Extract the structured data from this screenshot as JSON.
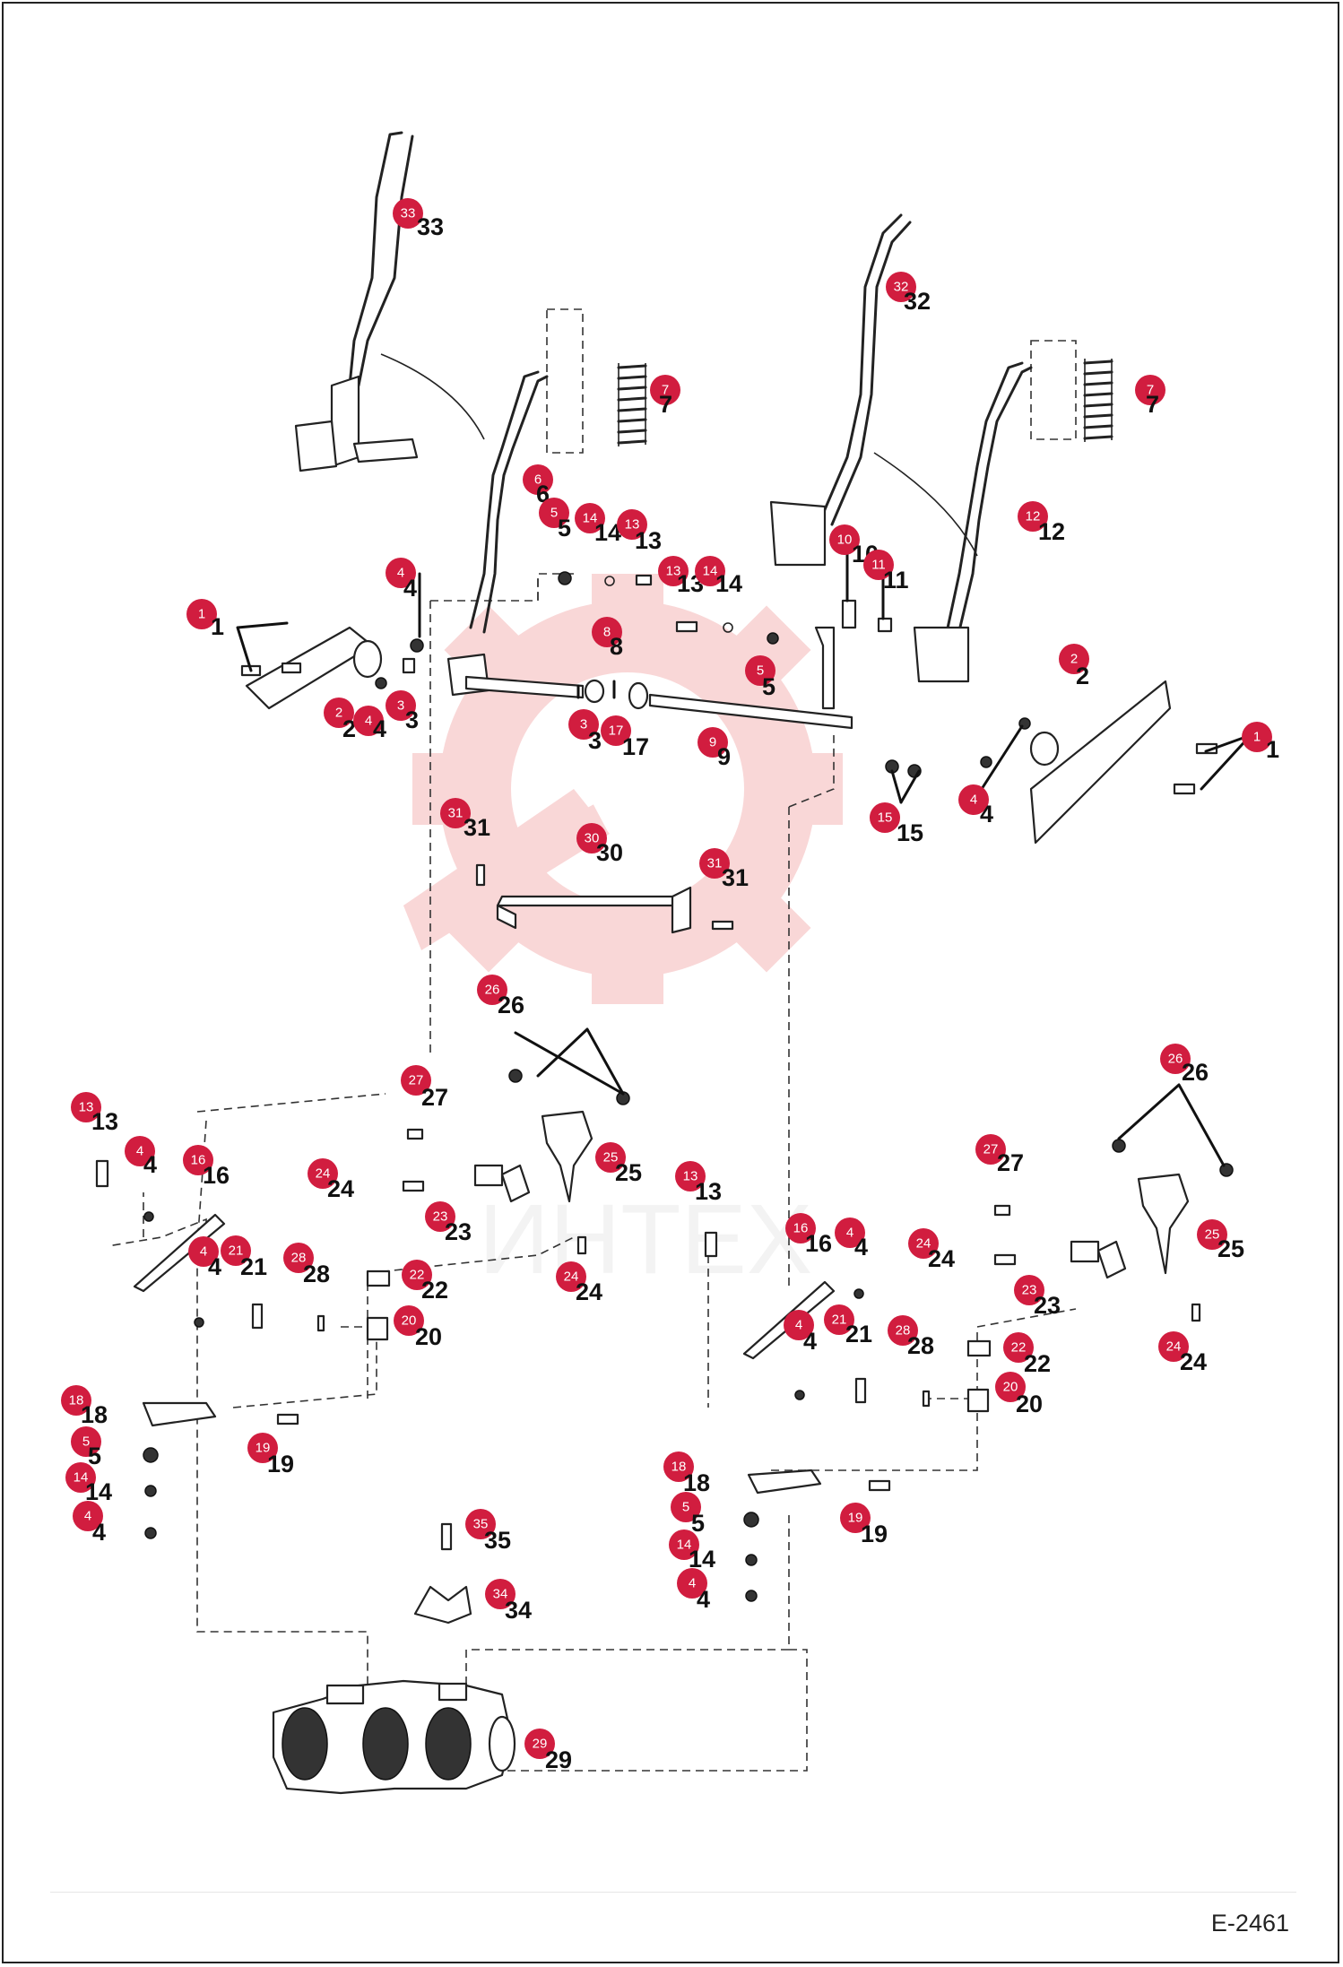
{
  "drawing": {
    "code": "E-2461",
    "watermark_text": "ИНТЕХ",
    "badge_color": "#d11d3f",
    "watermark_color": "#f4b7b7"
  },
  "callouts": [
    {
      "id": "c33",
      "num": "33"
    },
    {
      "id": "c32",
      "num": "32"
    },
    {
      "id": "c7a",
      "num": "7"
    },
    {
      "id": "c7b",
      "num": "7"
    },
    {
      "id": "c6",
      "num": "6"
    },
    {
      "id": "c5a",
      "num": "5"
    },
    {
      "id": "c14a",
      "num": "14"
    },
    {
      "id": "c13a",
      "num": "13"
    },
    {
      "id": "c13b",
      "num": "13"
    },
    {
      "id": "c14b",
      "num": "14"
    },
    {
      "id": "c10",
      "num": "10"
    },
    {
      "id": "c11",
      "num": "11"
    },
    {
      "id": "c12",
      "num": "12"
    },
    {
      "id": "c4a",
      "num": "4"
    },
    {
      "id": "c1a",
      "num": "1"
    },
    {
      "id": "c8",
      "num": "8"
    },
    {
      "id": "c5b",
      "num": "5"
    },
    {
      "id": "c2a",
      "num": "2"
    },
    {
      "id": "c4b",
      "num": "4"
    },
    {
      "id": "c3a",
      "num": "3"
    },
    {
      "id": "c3b",
      "num": "3"
    },
    {
      "id": "c17",
      "num": "17"
    },
    {
      "id": "c9",
      "num": "9"
    },
    {
      "id": "c2b",
      "num": "2"
    },
    {
      "id": "c1b",
      "num": "1"
    },
    {
      "id": "c4c",
      "num": "4"
    },
    {
      "id": "c15",
      "num": "15"
    },
    {
      "id": "c31a",
      "num": "31"
    },
    {
      "id": "c30",
      "num": "30"
    },
    {
      "id": "c31b",
      "num": "31"
    },
    {
      "id": "c26a",
      "num": "26"
    },
    {
      "id": "c26b",
      "num": "26"
    },
    {
      "id": "c27a",
      "num": "27"
    },
    {
      "id": "c13c",
      "num": "13"
    },
    {
      "id": "c4d",
      "num": "4"
    },
    {
      "id": "c16a",
      "num": "16"
    },
    {
      "id": "c24a",
      "num": "24"
    },
    {
      "id": "c25a",
      "num": "25"
    },
    {
      "id": "c23a",
      "num": "23"
    },
    {
      "id": "c4e",
      "num": "4"
    },
    {
      "id": "c21a",
      "num": "21"
    },
    {
      "id": "c28a",
      "num": "28"
    },
    {
      "id": "c22a",
      "num": "22"
    },
    {
      "id": "c24b",
      "num": "24"
    },
    {
      "id": "c20a",
      "num": "20"
    },
    {
      "id": "c18a",
      "num": "18"
    },
    {
      "id": "c5c",
      "num": "5"
    },
    {
      "id": "c14c",
      "num": "14"
    },
    {
      "id": "c4f",
      "num": "4"
    },
    {
      "id": "c19a",
      "num": "19"
    },
    {
      "id": "c13d",
      "num": "13"
    },
    {
      "id": "c27b",
      "num": "27"
    },
    {
      "id": "c16b",
      "num": "16"
    },
    {
      "id": "c4g",
      "num": "4"
    },
    {
      "id": "c24c",
      "num": "24"
    },
    {
      "id": "c25b",
      "num": "25"
    },
    {
      "id": "c23b",
      "num": "23"
    },
    {
      "id": "c4h",
      "num": "4"
    },
    {
      "id": "c21b",
      "num": "21"
    },
    {
      "id": "c28b",
      "num": "28"
    },
    {
      "id": "c22b",
      "num": "22"
    },
    {
      "id": "c24d",
      "num": "24"
    },
    {
      "id": "c20b",
      "num": "20"
    },
    {
      "id": "c18b",
      "num": "18"
    },
    {
      "id": "c5d",
      "num": "5"
    },
    {
      "id": "c14d",
      "num": "14"
    },
    {
      "id": "c4i",
      "num": "4"
    },
    {
      "id": "c19b",
      "num": "19"
    },
    {
      "id": "c35",
      "num": "35"
    },
    {
      "id": "c34",
      "num": "34"
    },
    {
      "id": "c29",
      "num": "29"
    }
  ]
}
